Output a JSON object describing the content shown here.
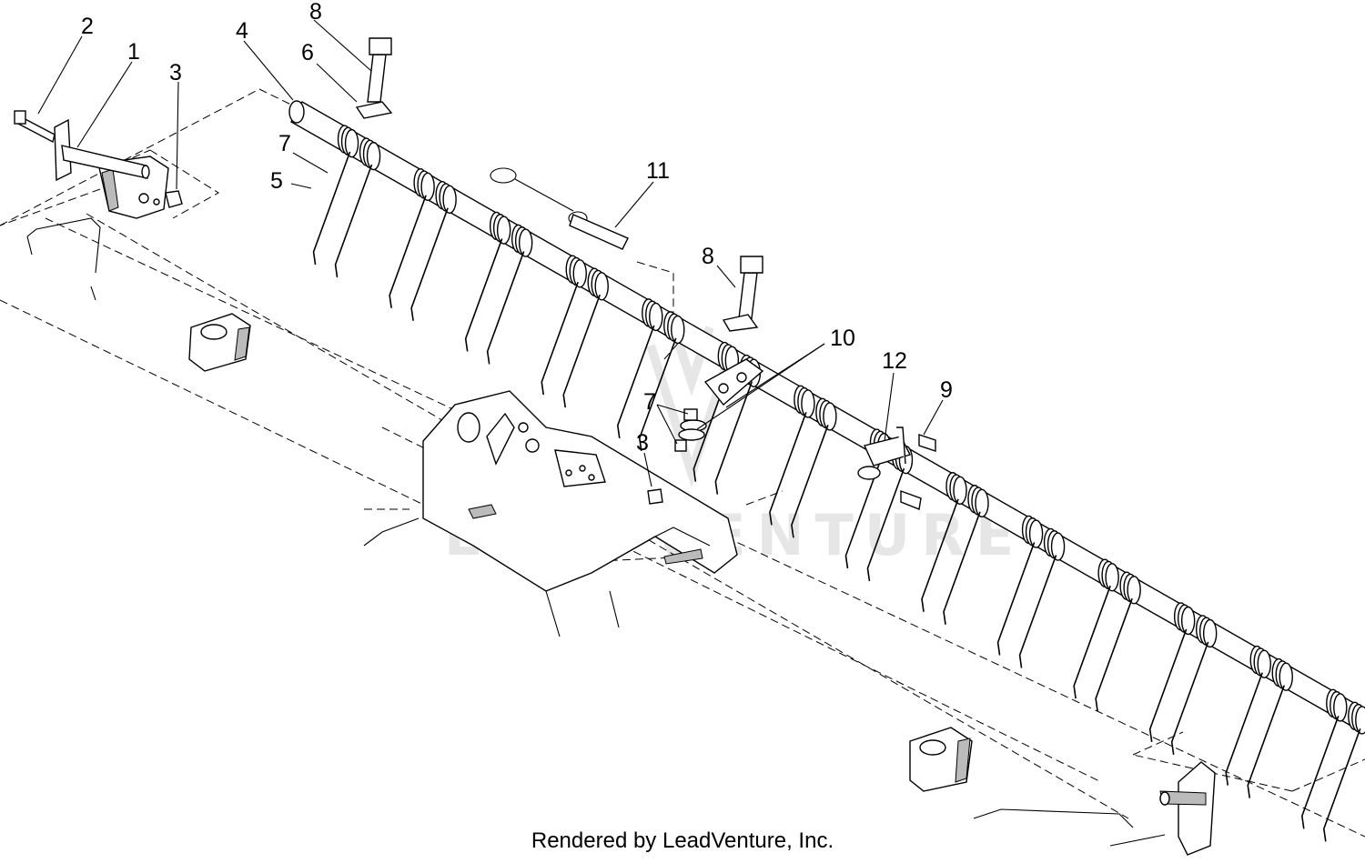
{
  "callouts": {
    "c1": "1",
    "c2": "2",
    "c3a": "3",
    "c3b": "3",
    "c4": "4",
    "c5": "5",
    "c6": "6",
    "c7a": "7",
    "c7b": "7",
    "c8a": "8",
    "c8b": "8",
    "c9": "9",
    "c10": "10",
    "c11": "11",
    "c12": "12"
  },
  "watermark": "LEADVENTURE",
  "credit": "Rendered by LeadVenture, Inc."
}
